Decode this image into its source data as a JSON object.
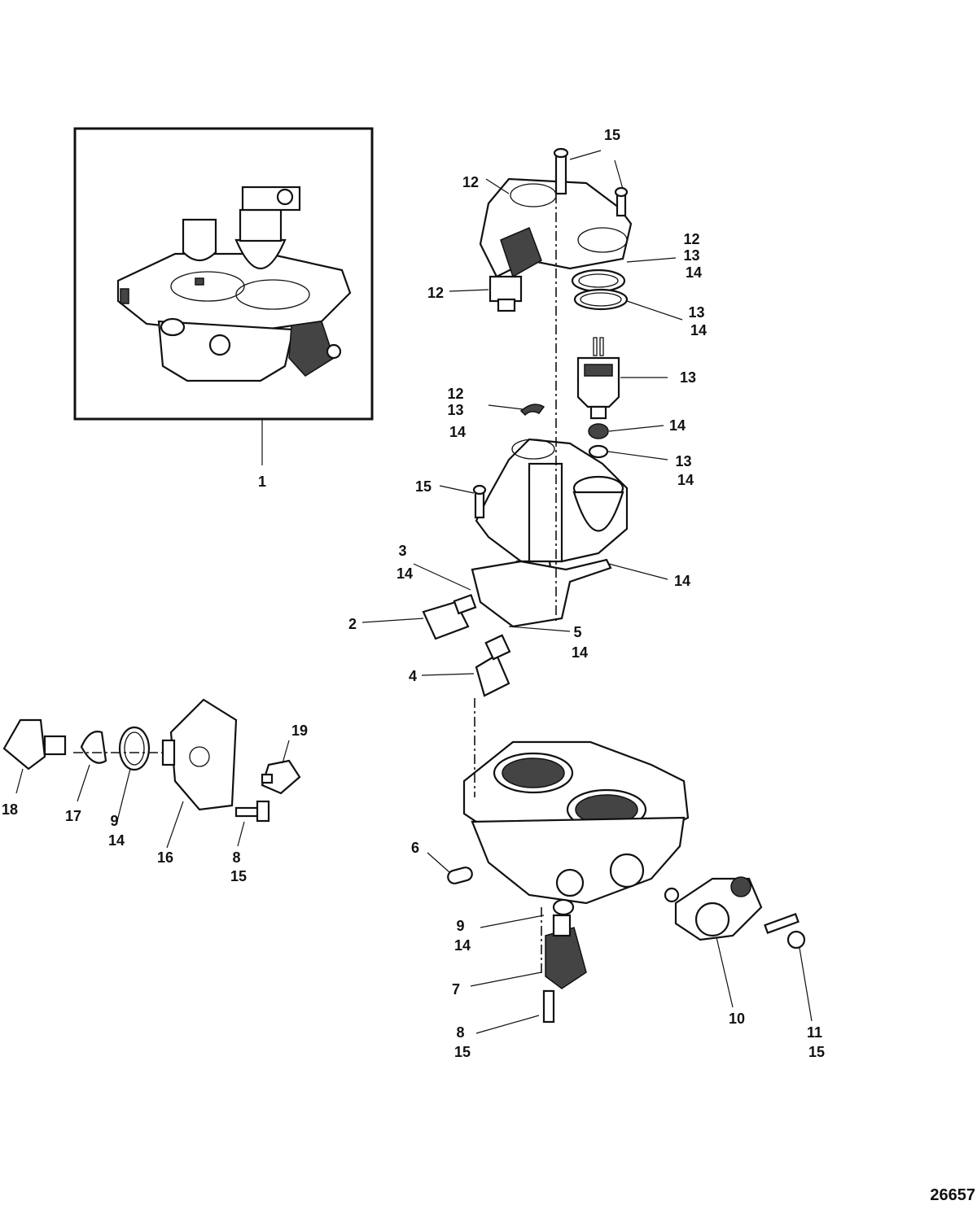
{
  "diagram_id": "26657",
  "callouts": [
    {
      "id": "c-1",
      "lines": [
        "1"
      ]
    },
    {
      "id": "c-15-top",
      "lines": [
        "15"
      ]
    },
    {
      "id": "c-12-a",
      "lines": [
        "12"
      ]
    },
    {
      "id": "c-12-13-14-a",
      "lines": [
        "12",
        "13",
        "14"
      ]
    },
    {
      "id": "c-12-b",
      "lines": [
        "12"
      ]
    },
    {
      "id": "c-13-14-a",
      "lines": [
        "13",
        "14"
      ]
    },
    {
      "id": "c-13-a",
      "lines": [
        "13"
      ]
    },
    {
      "id": "c-12-13-14-b",
      "lines": [
        "12",
        "13",
        "14"
      ]
    },
    {
      "id": "c-14-a",
      "lines": [
        "14"
      ]
    },
    {
      "id": "c-13-14-b",
      "lines": [
        "13",
        "14"
      ]
    },
    {
      "id": "c-15-mid",
      "lines": [
        "15"
      ]
    },
    {
      "id": "c-3-14",
      "lines": [
        "3",
        "14"
      ]
    },
    {
      "id": "c-14-b",
      "lines": [
        "14"
      ]
    },
    {
      "id": "c-2",
      "lines": [
        "2"
      ]
    },
    {
      "id": "c-5-14",
      "lines": [
        "5",
        "14"
      ]
    },
    {
      "id": "c-4",
      "lines": [
        "4"
      ]
    },
    {
      "id": "c-19",
      "lines": [
        "19"
      ]
    },
    {
      "id": "c-18",
      "lines": [
        "18"
      ]
    },
    {
      "id": "c-17",
      "lines": [
        "17"
      ]
    },
    {
      "id": "c-9-14-left",
      "lines": [
        "9",
        "14"
      ]
    },
    {
      "id": "c-16",
      "lines": [
        "16"
      ]
    },
    {
      "id": "c-8-15-left",
      "lines": [
        "8",
        "15"
      ]
    },
    {
      "id": "c-6",
      "lines": [
        "6"
      ]
    },
    {
      "id": "c-9-14-right",
      "lines": [
        "9",
        "14"
      ]
    },
    {
      "id": "c-7",
      "lines": [
        "7"
      ]
    },
    {
      "id": "c-10",
      "lines": [
        "10"
      ]
    },
    {
      "id": "c-8-15-right",
      "lines": [
        "8",
        "15"
      ]
    },
    {
      "id": "c-11-15",
      "lines": [
        "11",
        "15"
      ]
    }
  ]
}
